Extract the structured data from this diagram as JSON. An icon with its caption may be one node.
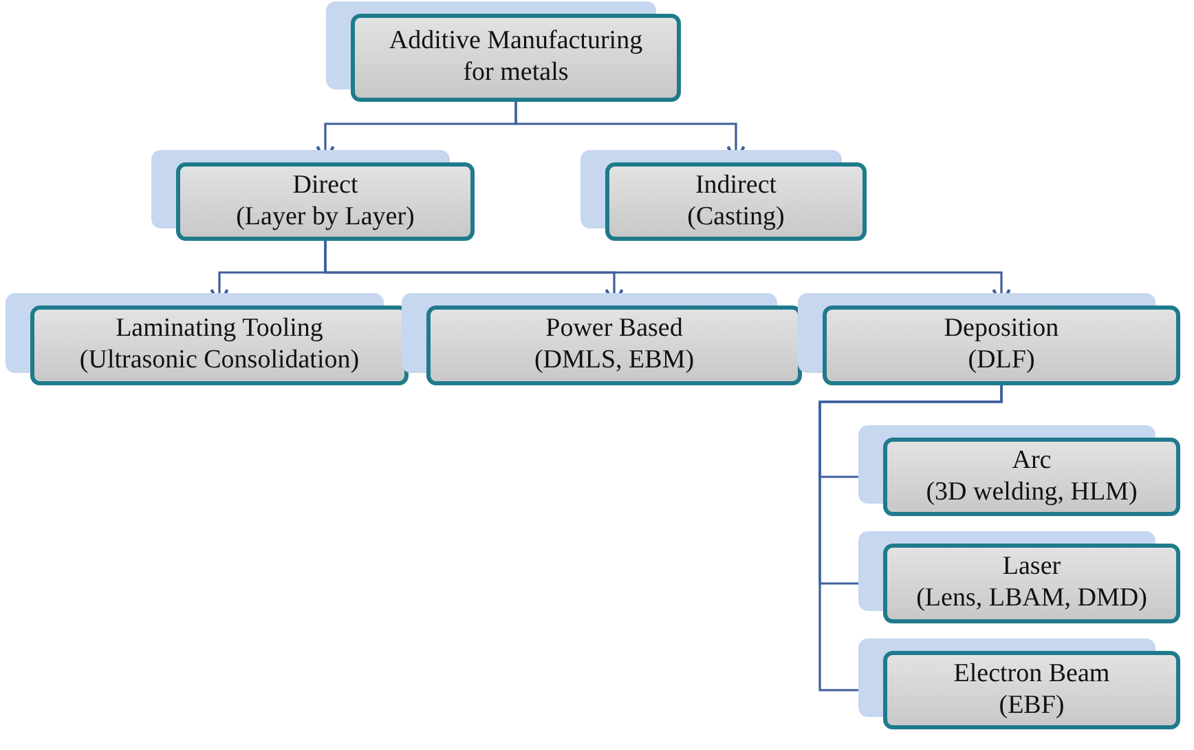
{
  "diagram": {
    "nodes": [
      {
        "text": [
          "Additive Manufacturing for metals"
        ]
      },
      {
        "text": [
          "Direct",
          "(Layer by Layer)"
        ]
      },
      {
        "text": [
          "Indirect",
          "(Casting)"
        ]
      },
      {
        "text": [
          "Laminating Tooling",
          "(Ultrasonic Consolidation)"
        ]
      },
      {
        "text": [
          "Power Based",
          "(DMLS, EBM)"
        ]
      },
      {
        "text": [
          "Deposition",
          "(DLF)"
        ]
      },
      {
        "text": [
          "Arc",
          "(3D welding, HLM)"
        ]
      },
      {
        "text": [
          "Laser",
          "(Lens, LBAM, DMD)"
        ]
      },
      {
        "text": [
          "Electron Beam",
          "(EBF)"
        ]
      }
    ],
    "edges": [
      {
        "from": 0,
        "to": 1,
        "arrow": "to"
      },
      {
        "from": 0,
        "to": 2,
        "arrow": "to"
      },
      {
        "from": 1,
        "to": 3,
        "arrow": "to"
      },
      {
        "from": 1,
        "to": 4,
        "arrow": "to"
      },
      {
        "from": 1,
        "to": 5,
        "arrow": "to"
      },
      {
        "from": 5,
        "to": 6,
        "arrow": "to"
      },
      {
        "from": 5,
        "to": 7,
        "arrow": "to"
      },
      {
        "from": 5,
        "to": 8,
        "arrow": "to"
      }
    ]
  }
}
